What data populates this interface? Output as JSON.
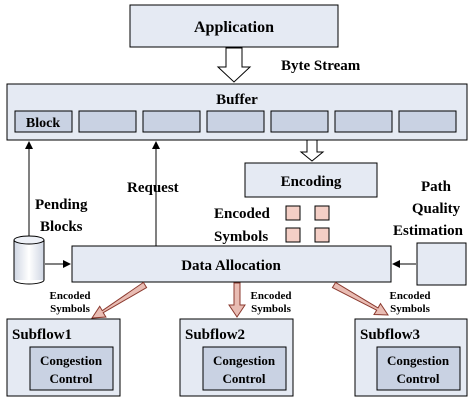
{
  "application": "Application",
  "byte_stream": "Byte Stream",
  "buffer": {
    "title": "Buffer",
    "first_slot": "Block"
  },
  "encoding": "Encoding",
  "encoded_symbols_mid": [
    "Encoded",
    "Symbols"
  ],
  "pending_blocks": [
    "Pending",
    "Blocks"
  ],
  "request": "Request",
  "path_quality_estimation": [
    "Path",
    "Quality",
    "Estimation"
  ],
  "data_allocation": "Data Allocation",
  "arrow_labels": [
    [
      "Encoded",
      "Symbols"
    ],
    [
      "Encoded",
      "Symbols"
    ],
    [
      "Encoded",
      "Symbols"
    ]
  ],
  "subflows": [
    {
      "name": "Subflow1",
      "inner": [
        "Congestion",
        "Control"
      ]
    },
    {
      "name": "Subflow2",
      "inner": [
        "Congestion",
        "Control"
      ]
    },
    {
      "name": "Subflow3",
      "inner": [
        "Congestion",
        "Control"
      ]
    }
  ],
  "colors": {
    "box_fill": "#e5eaf3",
    "inner_box_fill": "#c9d2e3",
    "symbol_fill": "#f4cfc6",
    "fat_arrow_fill": "#e9bcb3",
    "stroke": "#000000"
  }
}
